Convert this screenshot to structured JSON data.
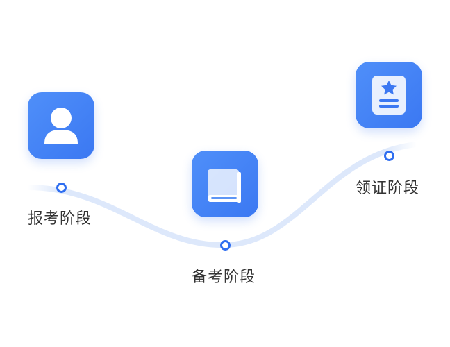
{
  "stages": [
    {
      "label": "报考阶段",
      "icon": "user-icon"
    },
    {
      "label": "备考阶段",
      "icon": "book-icon"
    },
    {
      "label": "领证阶段",
      "icon": "certificate-icon"
    }
  ],
  "colors": {
    "accent": "#3b78f2",
    "dot_border": "#2f6ef0",
    "curve": "#dde8fb",
    "text": "#333333"
  }
}
